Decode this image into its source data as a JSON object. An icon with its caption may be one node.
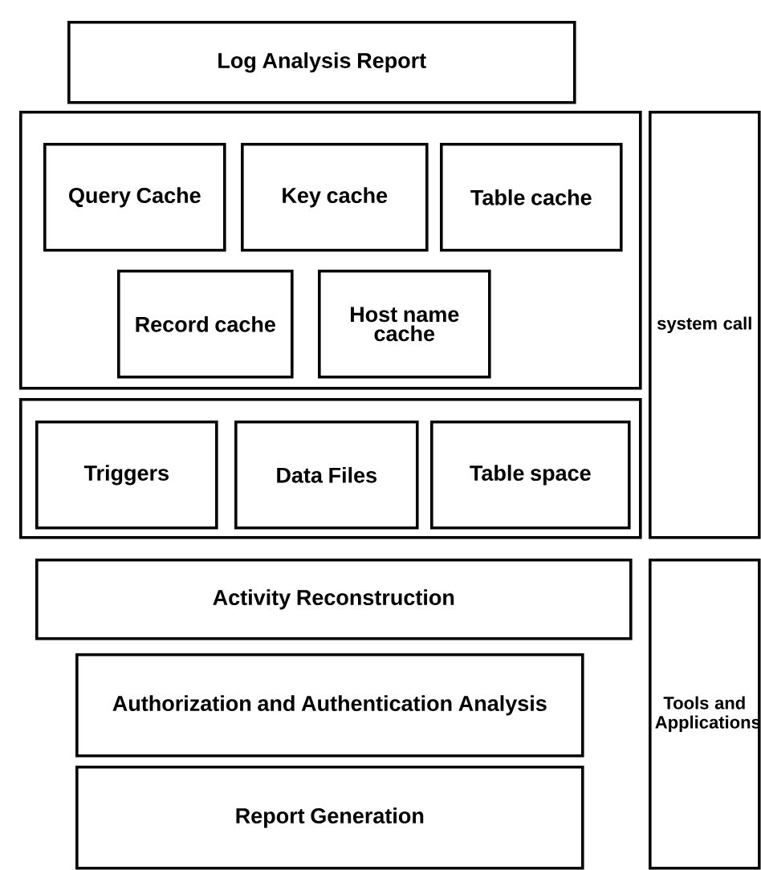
{
  "diagram": {
    "nodes": [
      {
        "text": [
          "Log Analysis Report"
        ]
      },
      {
        "text": [],
        "shape": "box"
      },
      {
        "text": [
          "Query Cache"
        ],
        "in": 1
      },
      {
        "text": [
          "Key cache"
        ],
        "in": 1
      },
      {
        "text": [
          "Table cache"
        ],
        "in": 1
      },
      {
        "text": [
          "Record cache"
        ],
        "in": 1
      },
      {
        "text": [
          "Host name cache"
        ],
        "in": 1
      },
      {
        "text": [],
        "shape": "box"
      },
      {
        "text": [
          "Triggers"
        ],
        "in": 7
      },
      {
        "text": [
          "Data Files"
        ],
        "in": 7
      },
      {
        "text": [
          "Table space"
        ],
        "in": 7
      },
      {
        "text": [
          "system call"
        ]
      },
      {
        "text": [
          "Activity Reconstruction"
        ]
      },
      {
        "text": [
          "Authorization and Authentication Analysis"
        ]
      },
      {
        "text": [
          "Report Generation"
        ]
      },
      {
        "text": [
          "Tools and Applications"
        ]
      }
    ]
  }
}
